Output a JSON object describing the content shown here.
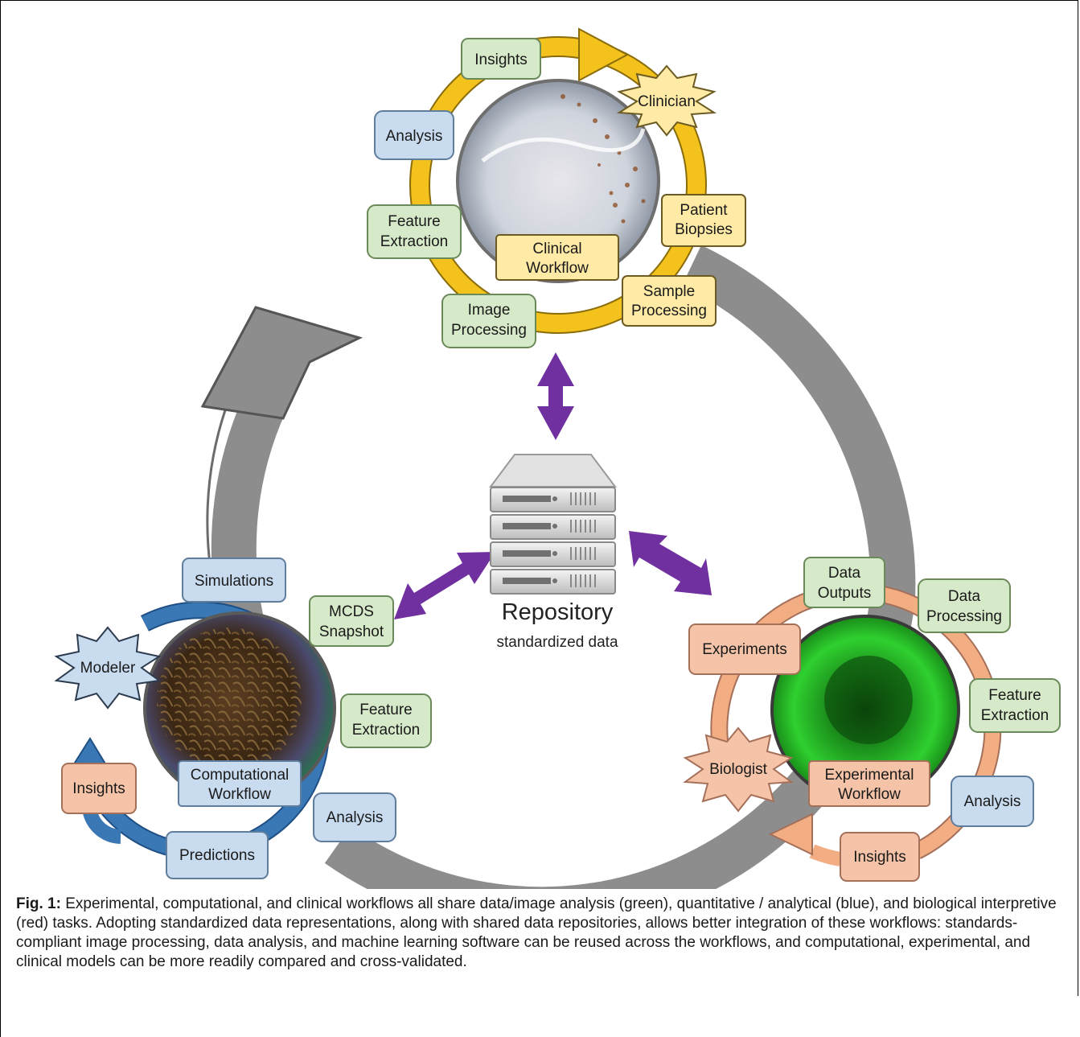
{
  "clinical": {
    "hub": [
      "Clinical",
      "Workflow"
    ],
    "actor": "Clinician",
    "nodes": {
      "insights": "Insights",
      "analysis": "Analysis",
      "feature_extraction": [
        "Feature",
        "Extraction"
      ],
      "image_processing": [
        "Image",
        "Processing"
      ],
      "sample_processing": [
        "Sample",
        "Processing"
      ],
      "patient_biopsies": [
        "Patient",
        "Biopsies"
      ]
    }
  },
  "computational": {
    "hub": [
      "Computational",
      "Workflow"
    ],
    "actor": "Modeler",
    "nodes": {
      "simulations": "Simulations",
      "mcds_snapshot": [
        "MCDS",
        "Snapshot"
      ],
      "feature_extraction": [
        "Feature",
        "Extraction"
      ],
      "analysis": "Analysis",
      "predictions": "Predictions",
      "insights": "Insights"
    }
  },
  "experimental": {
    "hub": [
      "Experimental",
      "Workflow"
    ],
    "actor": "Biologist",
    "nodes": {
      "data_outputs": [
        "Data",
        "Outputs"
      ],
      "data_processing": [
        "Data",
        "Processing"
      ],
      "experiments": "Experiments",
      "feature_extraction": [
        "Feature",
        "Extraction"
      ],
      "analysis": "Analysis",
      "insights": "Insights"
    }
  },
  "repository": {
    "title": "Repository",
    "subtitle": "standardized data"
  },
  "caption": {
    "label": "Fig. 1:",
    "text": " Experimental, computational, and clinical workflows all share data/image analysis (green), quantitative / analytical (blue), and biological interpretive (red) tasks. Adopting standardized data representations, along with shared data repositories, allows better integration of these workflows: standards-compliant image processing, data analysis, and machine learning software can be reused across the workflows, and computational, experimental, and clinical models can be more readily compared and cross-validated."
  },
  "colors": {
    "green_fill": "#d6e9c9",
    "green_stroke": "#6b8a5a",
    "blue_fill": "#c8dbef",
    "blue_stroke": "#5f7d9c",
    "red_fill": "#f5c4a8",
    "red_stroke": "#a5705a",
    "yellow_fill": "#ffeaa6",
    "clinical_ring": "#f3c21d",
    "computational_ring": "#3a78b5",
    "experimental_ring": "#f3ad83",
    "main_cycle": "#8d8d8d",
    "repository_arrows": "#7030a0"
  }
}
